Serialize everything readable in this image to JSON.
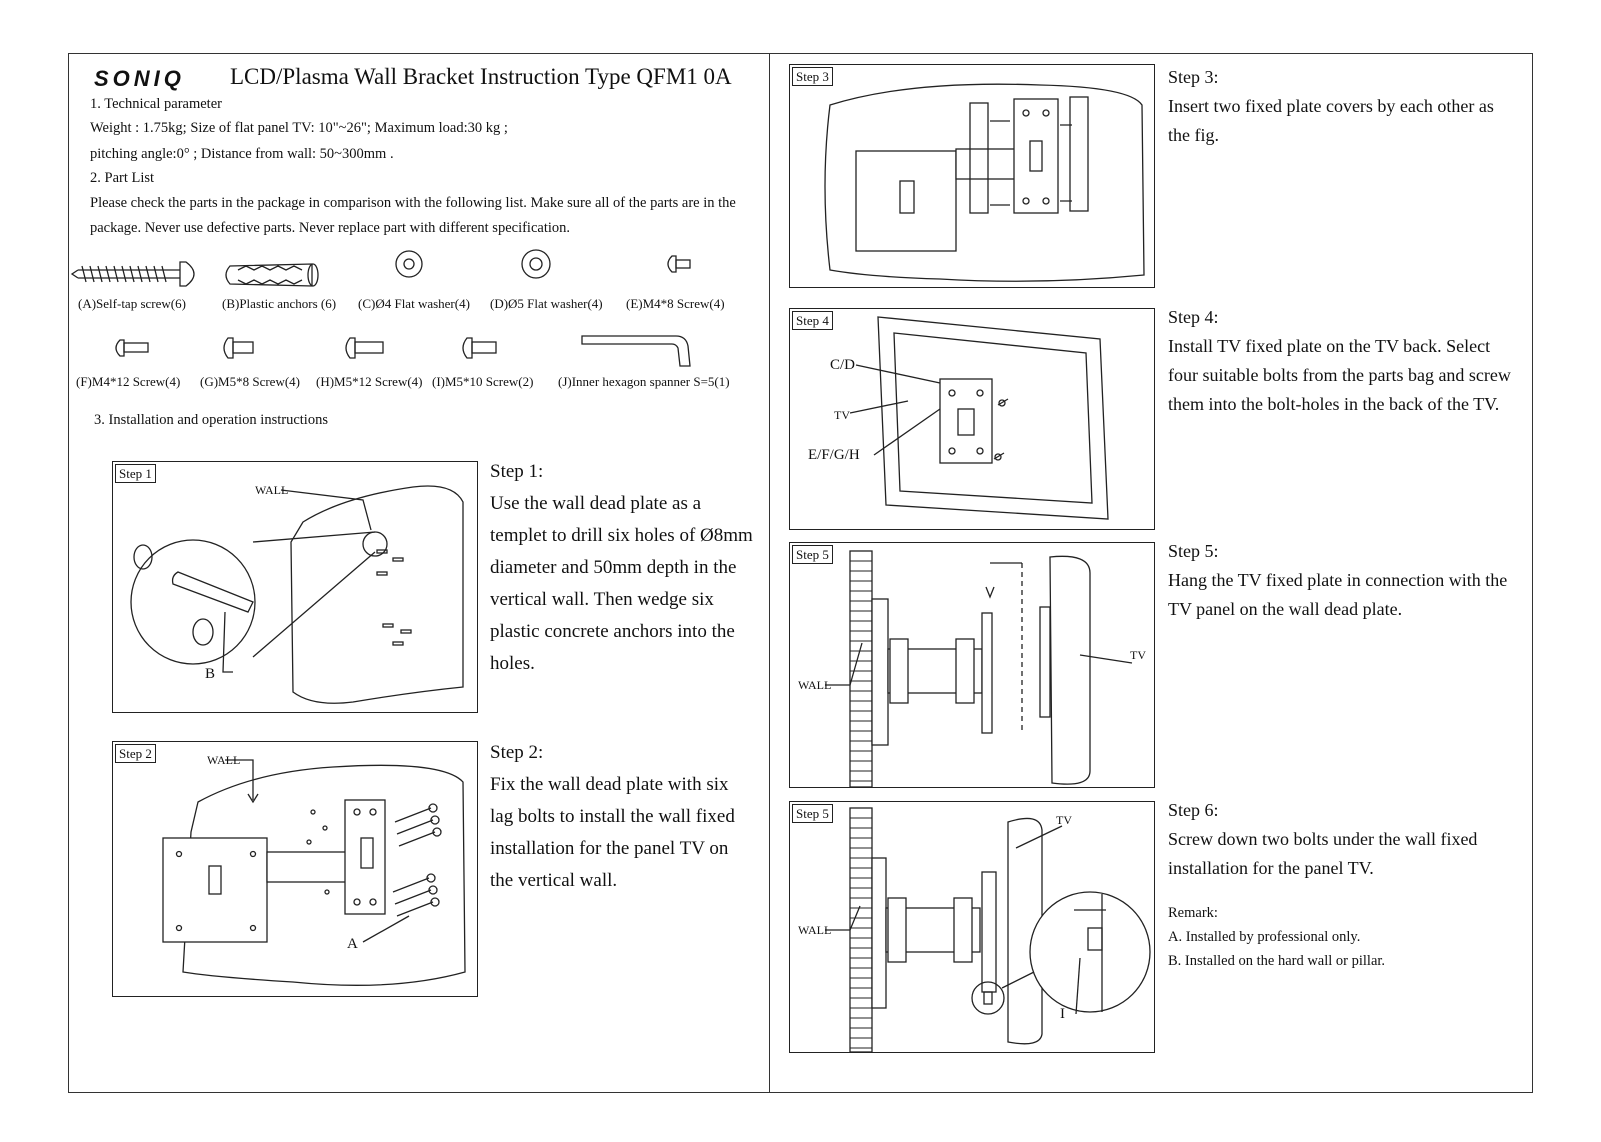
{
  "header": {
    "logo": "SONIQ",
    "title": "LCD/Plasma Wall Bracket Instruction Type QFM1 0A"
  },
  "tech": {
    "heading": "1. Technical parameter",
    "line1": "Weight : 1.75kg;  Size of flat panel TV: 10\"~26\";  Maximum load:30 kg ;",
    "line2": "pitching angle:0°  ;  Distance from wall: 50~300mm ."
  },
  "parts": {
    "heading": "2. Part List",
    "intro1": "Please check the parts in the package in comparison with the following list. Make sure all of the parts are in the",
    "intro2": "package. Never use defective parts. Never replace part with different specification.",
    "items": [
      {
        "label": "(A)Self-tap screw(6)",
        "icon": "self-tap-screw-icon"
      },
      {
        "label": "(B)Plastic anchors (6)",
        "icon": "plastic-anchor-icon"
      },
      {
        "label": "(C)Ø4 Flat washer(4)",
        "icon": "flat-washer-icon"
      },
      {
        "label": "(D)Ø5 Flat washer(4)",
        "icon": "flat-washer-icon"
      },
      {
        "label": "(E)M4*8 Screw(4)",
        "icon": "screw-icon"
      },
      {
        "label": "(F)M4*12 Screw(4)",
        "icon": "screw-icon"
      },
      {
        "label": "(G)M5*8 Screw(4)",
        "icon": "screw-icon"
      },
      {
        "label": "(H)M5*12 Screw(4)",
        "icon": "screw-icon"
      },
      {
        "label": "(I)M5*10 Screw(2)",
        "icon": "screw-icon"
      },
      {
        "label": "(J)Inner hexagon spanner S=5(1)",
        "icon": "hex-key-icon"
      }
    ]
  },
  "install": {
    "heading": "3. Installation and operation instructions"
  },
  "steps": {
    "s1": {
      "tag": "Step 1",
      "title": "Step 1:",
      "lines": [
        "Use the wall dead plate as a",
        "templet to drill six holes of Ø8mm",
        "diameter and 50mm depth in the",
        "vertical wall. Then wedge six",
        "plastic concrete anchors into the",
        "holes."
      ],
      "labels": {
        "wall": "WALL",
        "b": "B"
      }
    },
    "s2": {
      "tag": "Step 2",
      "title": "Step 2:",
      "lines": [
        "Fix the wall dead plate with six",
        "lag bolts to install the wall fixed",
        "installation for the panel TV on",
        "the vertical wall."
      ],
      "labels": {
        "wall": "WALL",
        "a": "A"
      }
    },
    "s3": {
      "tag": "Step 3",
      "title": "Step 3:",
      "lines": [
        "Insert two fixed plate covers by each other as",
        "the fig."
      ]
    },
    "s4": {
      "tag": "Step 4",
      "title": "Step 4:",
      "lines": [
        "Install TV fixed plate on the TV back. Select",
        "four suitable bolts from the parts bag and screw",
        "them into the bolt-holes in the back of the TV."
      ],
      "labels": {
        "cd": "C/D",
        "tv": "TV",
        "efgh": "E/F/G/H"
      }
    },
    "s5": {
      "tag": "Step 5",
      "title": "Step 5:",
      "lines": [
        "Hang the TV fixed plate in connection with the",
        "TV panel on the wall dead plate."
      ],
      "labels": {
        "wall": "WALL",
        "tv": "TV"
      }
    },
    "s6": {
      "tag": "Step 5",
      "title": "Step 6:",
      "lines": [
        "Screw down two bolts under the wall fixed",
        "installation for the panel TV."
      ],
      "labels": {
        "wall": "WALL",
        "tv": "TV",
        "i": "I"
      },
      "remark_title": "Remark:",
      "remarks": [
        "A.  Installed by professional only.",
        "B.  Installed on the hard wall or pillar."
      ]
    }
  }
}
